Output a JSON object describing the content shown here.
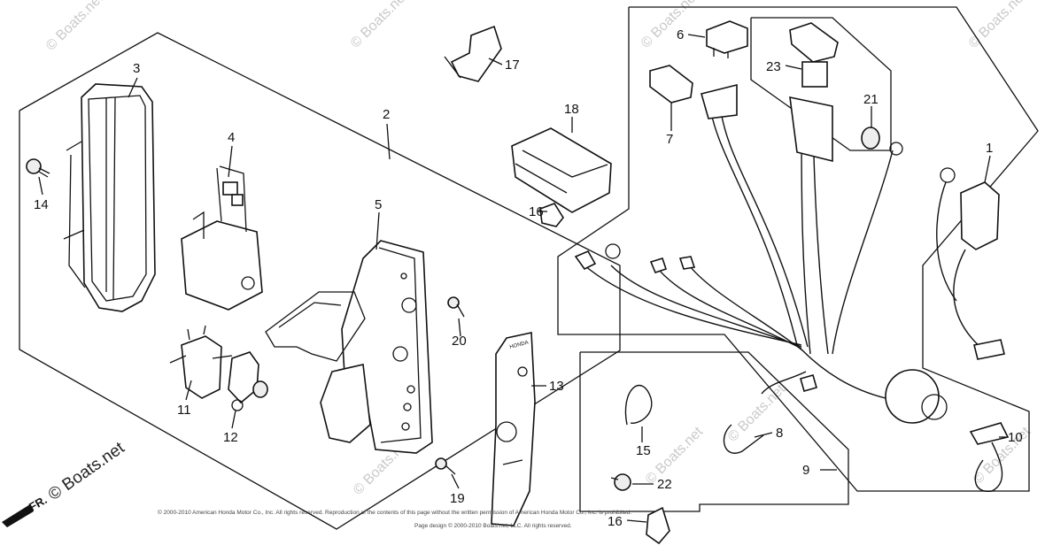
{
  "callouts": {
    "p1": "1",
    "p2": "2",
    "p3": "3",
    "p4": "4",
    "p5": "5",
    "p6": "6",
    "p7": "7",
    "p8": "8",
    "p9": "9",
    "p10": "10",
    "p11": "11",
    "p12": "12",
    "p13": "13",
    "p14": "14",
    "p15": "15",
    "p16a": "16",
    "p16b": "16",
    "p17": "17",
    "p18": "18",
    "p19": "19",
    "p20": "20",
    "p21": "21",
    "p22": "22",
    "p23": "23"
  },
  "watermark": "© Boats.net",
  "brand": "© Boats.net",
  "front_arrow": "FR.",
  "footer": {
    "line1": "© 2000-2010 American Honda Motor Co., Inc. All rights reserved. Reproduction of the contents of this page without the written permission of American Honda Motor Co., Inc. is prohibited.",
    "line2": "Page design © 2000-2010 Boats.net, LLC. All rights reserved."
  },
  "plate_text": "HONDA"
}
